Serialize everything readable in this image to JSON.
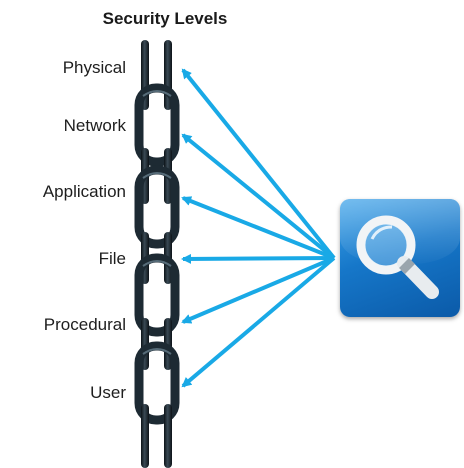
{
  "title": "Security Levels",
  "levels": [
    "Physical",
    "Network",
    "Application",
    "File",
    "Procedural",
    "User"
  ],
  "icon": "magnifying-glass-icon",
  "colors": {
    "arrow": "#19a9e6",
    "chain": "#1d2a33",
    "icon_background": "#1a7cd0"
  }
}
